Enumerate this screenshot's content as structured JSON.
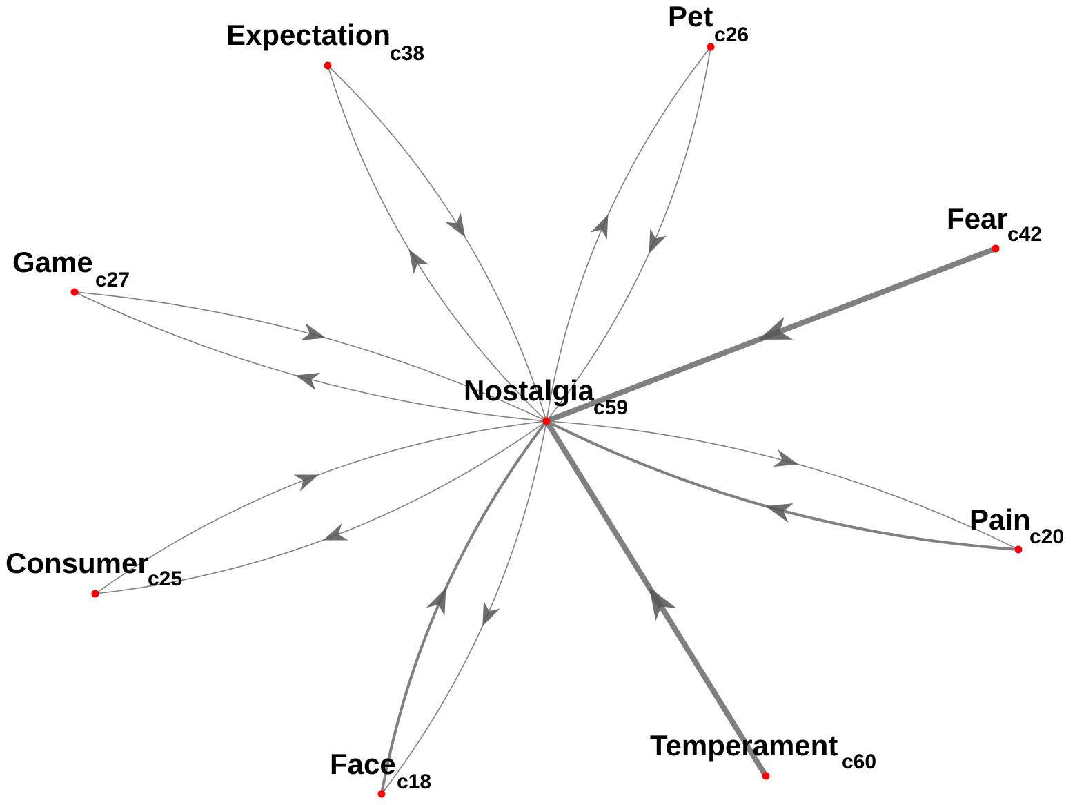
{
  "nodes": [
    {
      "id": "nostalgia",
      "label": "Nostalgia",
      "code": "c59"
    },
    {
      "id": "expectation",
      "label": "Expectation",
      "code": "c38"
    },
    {
      "id": "pet",
      "label": "Pet",
      "code": "c26"
    },
    {
      "id": "fear",
      "label": "Fear",
      "code": "c42"
    },
    {
      "id": "game",
      "label": "Game",
      "code": "c27"
    },
    {
      "id": "consumer",
      "label": "Consumer",
      "code": "c25"
    },
    {
      "id": "pain",
      "label": "Pain",
      "code": "c20"
    },
    {
      "id": "face",
      "label": "Face",
      "code": "c18"
    },
    {
      "id": "temperament",
      "label": "Temperament",
      "code": "c60"
    }
  ],
  "edges": [
    {
      "from": "expectation",
      "to": "nostalgia",
      "weight": 1
    },
    {
      "from": "nostalgia",
      "to": "expectation",
      "weight": 1
    },
    {
      "from": "pet",
      "to": "nostalgia",
      "weight": 1
    },
    {
      "from": "nostalgia",
      "to": "pet",
      "weight": 1
    },
    {
      "from": "fear",
      "to": "nostalgia",
      "weight": 4
    },
    {
      "from": "nostalgia",
      "to": "game",
      "weight": 1
    },
    {
      "from": "game",
      "to": "nostalgia",
      "weight": 1
    },
    {
      "from": "nostalgia",
      "to": "consumer",
      "weight": 1
    },
    {
      "from": "consumer",
      "to": "nostalgia",
      "weight": 1
    },
    {
      "from": "pain",
      "to": "nostalgia",
      "weight": 2
    },
    {
      "from": "nostalgia",
      "to": "pain",
      "weight": 1
    },
    {
      "from": "nostalgia",
      "to": "face",
      "weight": 1
    },
    {
      "from": "face",
      "to": "nostalgia",
      "weight": 2
    },
    {
      "from": "temperament",
      "to": "nostalgia",
      "weight": 4
    }
  ],
  "colors": {
    "node": "#ff0000",
    "edge": "#808080",
    "arrow": "#555555"
  }
}
